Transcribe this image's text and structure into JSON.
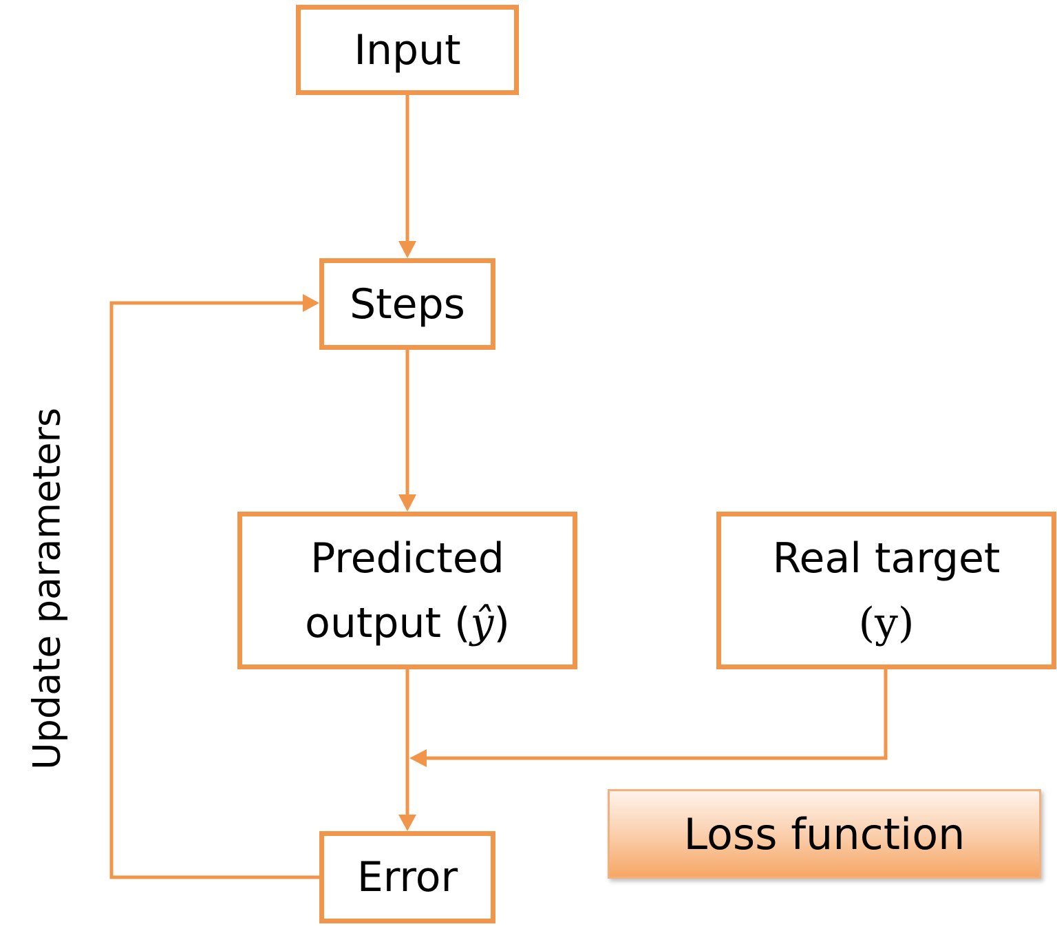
{
  "diagram": {
    "nodes": {
      "input": "Input",
      "steps": "Steps",
      "predicted_line1": "Predicted",
      "predicted_line2_text": "output (",
      "predicted_symbol": "ŷ",
      "predicted_close": ")",
      "real_line1": "Real target",
      "real_open": "(",
      "real_symbol": "y",
      "real_close": ")",
      "error": "Error"
    },
    "loss_function_label": "Loss function",
    "feedback_label": "Update parameters",
    "edges": [
      {
        "from": "Input",
        "to": "Steps"
      },
      {
        "from": "Steps",
        "to": "Predicted output (ŷ)"
      },
      {
        "from": "Predicted output (ŷ)",
        "to": "Error"
      },
      {
        "from": "Real target (y)",
        "to": "Error"
      },
      {
        "from": "Error",
        "to": "Steps",
        "label": "Update parameters"
      }
    ],
    "colors": {
      "stroke": "#f0954a",
      "loss_gradient_top": "#fff3ea",
      "loss_gradient_bottom": "#f6a766"
    }
  }
}
